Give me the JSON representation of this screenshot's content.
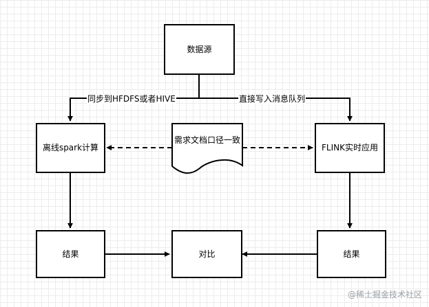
{
  "nodes": {
    "source": "数据源",
    "offline": "离线spark计算",
    "doc": "需求文档口径一致",
    "flink": "FLINK实时应用",
    "result_left": "结果",
    "compare": "对比",
    "result_right": "结果"
  },
  "edges": {
    "to_offline": "同步到HFDFS或者HIVE",
    "to_flink": "直接写入消息队列"
  },
  "watermark": "@稀土掘金技术社区"
}
